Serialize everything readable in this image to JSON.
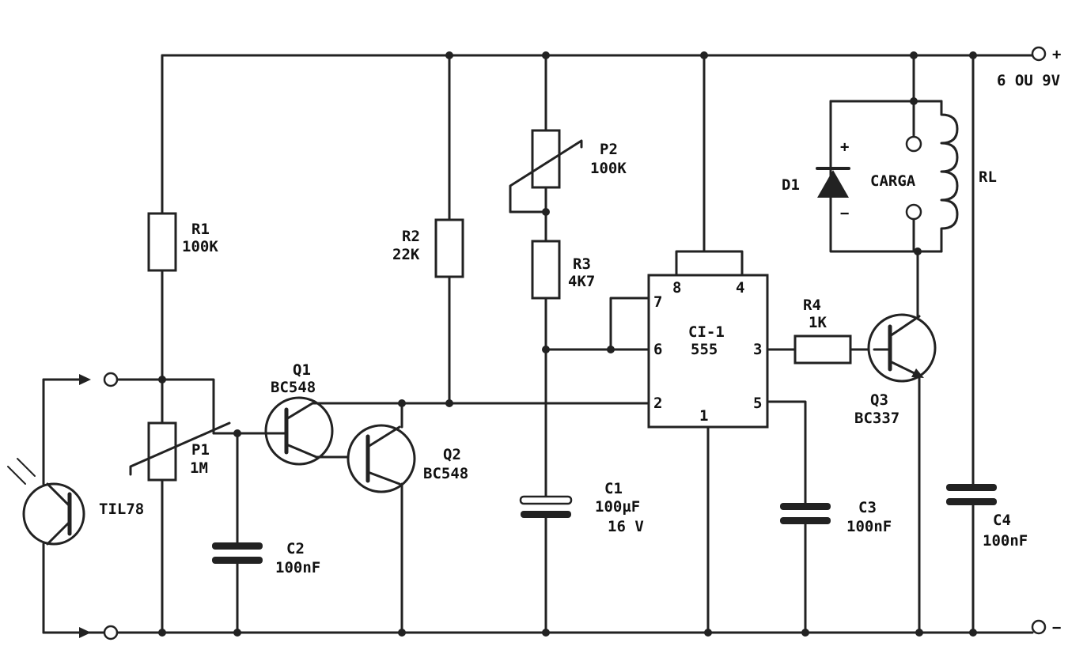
{
  "supply": {
    "positive_sign": "+",
    "negative_sign": "−",
    "voltage": "6 OU 9V"
  },
  "components": {
    "r1": {
      "name": "R1",
      "value": "100K"
    },
    "r2": {
      "name": "R2",
      "value": "22K"
    },
    "r3": {
      "name": "R3",
      "value": "4K7"
    },
    "r4": {
      "name": "R4",
      "value": "1K"
    },
    "p1": {
      "name": "P1",
      "value": "1M"
    },
    "p2": {
      "name": "P2",
      "value": "100K"
    },
    "c1": {
      "name": "C1",
      "value": "100µF",
      "voltage": "16 V"
    },
    "c2": {
      "name": "C2",
      "value": "100nF"
    },
    "c3": {
      "name": "C3",
      "value": "100nF"
    },
    "c4": {
      "name": "C4",
      "value": "100nF"
    },
    "q1": {
      "name": "Q1",
      "type": "BC548"
    },
    "q2": {
      "name": "Q2",
      "type": "BC548"
    },
    "q3": {
      "name": "Q3",
      "type": "BC337"
    },
    "ptr": {
      "type": "TIL78"
    },
    "d1": {
      "name": "D1",
      "plus": "+",
      "minus": "−"
    },
    "ic": {
      "name": "CI-1",
      "type": "555",
      "pins": {
        "p1": "1",
        "p2": "2",
        "p3": "3",
        "p4": "4",
        "p5": "5",
        "p6": "6",
        "p7": "7",
        "p8": "8"
      }
    },
    "relay": {
      "name": "RL",
      "load": "CARGA"
    }
  }
}
